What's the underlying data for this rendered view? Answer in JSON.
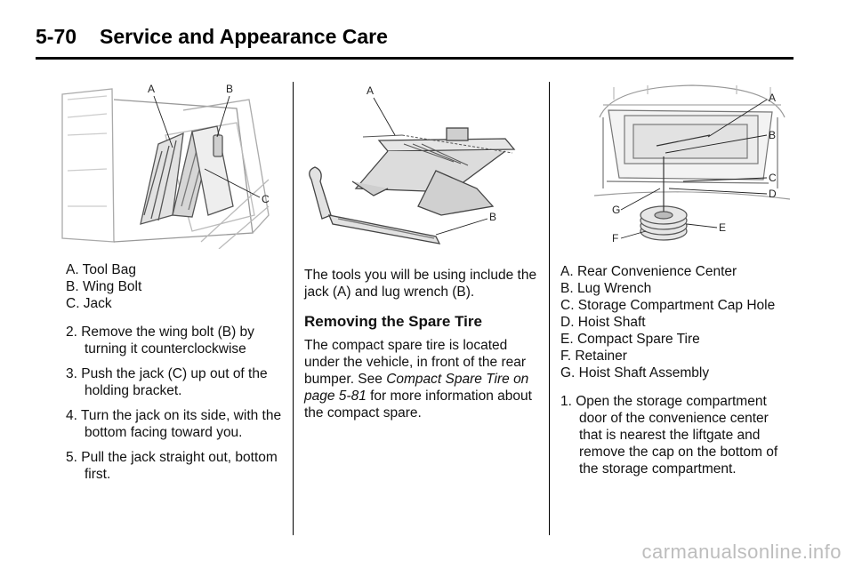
{
  "header": {
    "page_number": "5-70",
    "section_title": "Service and Appearance Care"
  },
  "left_column": {
    "figure": {
      "callouts": [
        "A",
        "B",
        "C"
      ]
    },
    "legend": [
      "A.  Tool Bag",
      "B.  Wing Bolt",
      "C.  Jack"
    ],
    "steps": [
      "2. Remove the wing bolt (B) by turning it counterclockwise",
      "3. Push the jack (C) up out of the holding bracket.",
      "4. Turn the jack on its side, with the bottom facing toward you.",
      "5. Pull the jack straight out, bottom first."
    ]
  },
  "middle_column": {
    "figure": {
      "callouts": [
        "A",
        "B"
      ]
    },
    "intro": "The tools you will be using include the jack (A) and lug wrench (B).",
    "heading": "Removing the Spare Tire",
    "body_before_ref": "The compact spare tire is located under the vehicle, in front of the rear bumper. See ",
    "ref_text": "Compact Spare Tire on page 5-81",
    "body_after_ref": " for more information about the compact spare."
  },
  "right_column": {
    "figure": {
      "callouts": [
        "A",
        "B",
        "C",
        "D",
        "E",
        "F",
        "G"
      ]
    },
    "legend": [
      "A.  Rear Convenience Center",
      "B.  Lug Wrench",
      "C.  Storage Compartment Cap Hole",
      "D.  Hoist Shaft",
      "E.  Compact Spare Tire",
      "F.  Retainer",
      "G.  Hoist Shaft Assembly"
    ],
    "steps": [
      "1. Open the storage compartment door of the convenience center that is nearest the liftgate and remove the cap on the bottom of the storage compartment."
    ]
  },
  "watermark": "carmanualsonline.info"
}
